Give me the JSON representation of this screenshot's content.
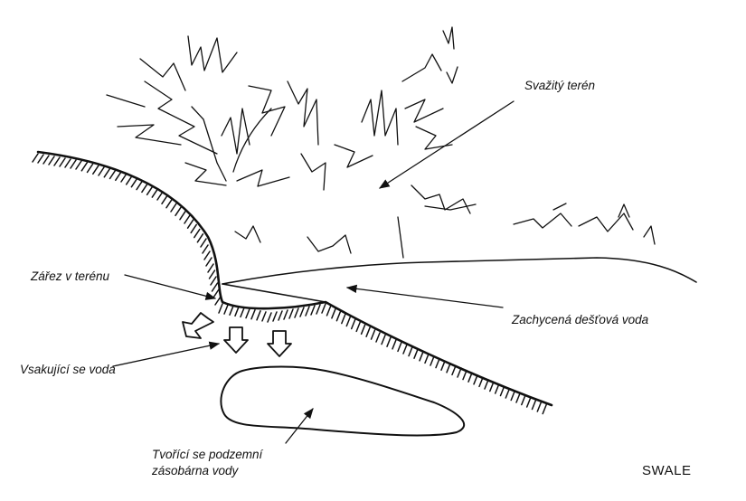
{
  "labels": {
    "sloped_terrain": "Svažitý terén",
    "terrain_cut": "Zářez v terénu",
    "captured_rainwater": "Zachycená dešťová voda",
    "infiltrating_water": "Vsakující se voda",
    "reservoir_line1": "Tvořící se podzemní",
    "reservoir_line2": "zásobárna vody"
  },
  "title": "SWALE",
  "colors": {
    "ink": "#111111",
    "background": "#ffffff"
  }
}
